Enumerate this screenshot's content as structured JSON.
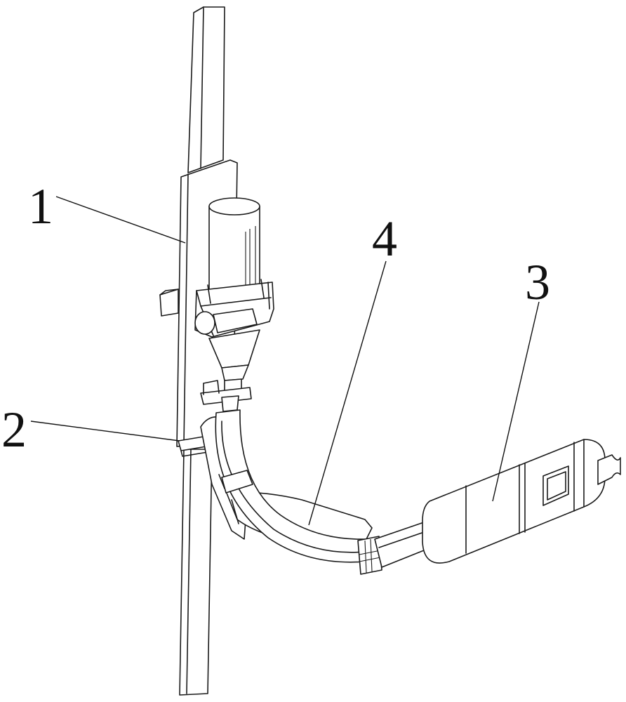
{
  "labels": [
    {
      "id": "label-1",
      "text": "1"
    },
    {
      "id": "label-2",
      "text": "2"
    },
    {
      "id": "label-3",
      "text": "3"
    },
    {
      "id": "label-4",
      "text": "4"
    }
  ],
  "colors": {
    "line": "#1a1a1a",
    "background": "#ffffff"
  }
}
